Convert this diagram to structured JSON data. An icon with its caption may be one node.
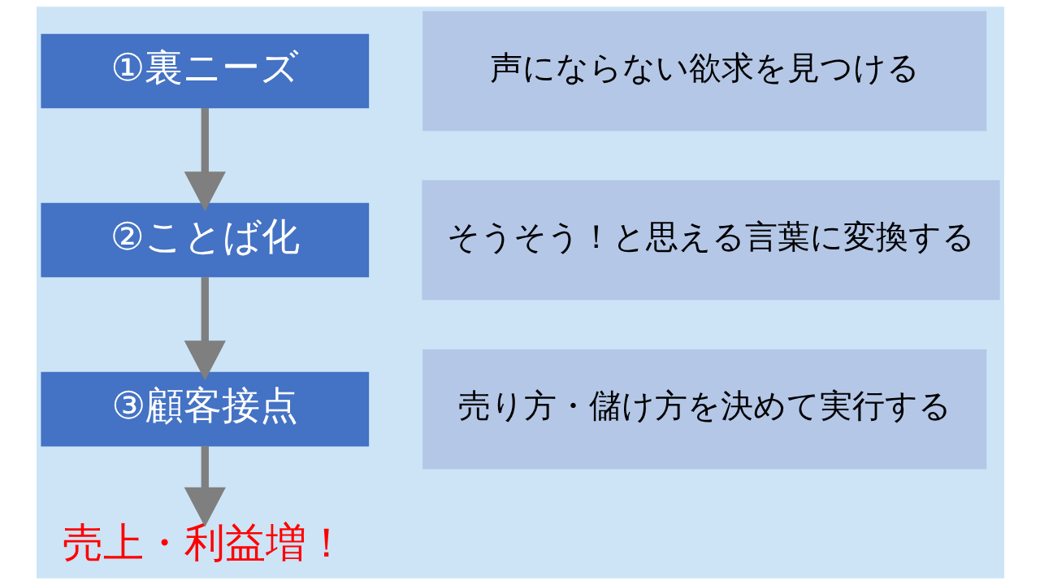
{
  "diagram": {
    "nodes": [
      {
        "text": [
          "①裏ニーズ"
        ]
      },
      {
        "text": [
          "声にならない欲求を見つける"
        ]
      },
      {
        "text": [
          "②ことば化"
        ]
      },
      {
        "text": [
          "そうそう！と思える言葉に変換する"
        ]
      },
      {
        "text": [
          "③顧客接点"
        ]
      },
      {
        "text": [
          "売り方・儲け方を決めて実行する"
        ]
      },
      {
        "text": [
          "売上・利益増！"
        ]
      }
    ],
    "edges": [
      {
        "from": 0,
        "to": 2,
        "arrow": "to"
      },
      {
        "from": 2,
        "to": 4,
        "arrow": "to"
      },
      {
        "from": 4,
        "to": 6,
        "arrow": "to"
      }
    ]
  }
}
